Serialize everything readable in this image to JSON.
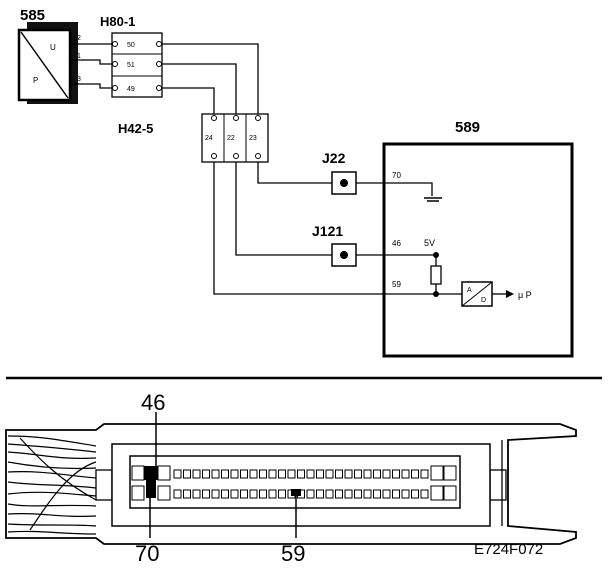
{
  "labels": {
    "c585": "585",
    "h80": "H80-1",
    "h42": "H42-5",
    "c589": "589",
    "j22": "J22",
    "j121": "J121",
    "code": "E724F072"
  },
  "sensor": {
    "u": "U",
    "p": "P"
  },
  "h80_wires": [
    "2",
    "1",
    "3"
  ],
  "h80_pins": [
    "50",
    "51",
    "49"
  ],
  "h42_pins": [
    "24",
    "22",
    "23"
  ],
  "ecu_pins": {
    "p70": "70",
    "p46": "46",
    "p59": "59"
  },
  "supply": "5V",
  "ad": {
    "a": "A",
    "d": "D"
  },
  "output": "μ P",
  "callouts": {
    "c46": "46",
    "c70": "70",
    "c59": "59"
  }
}
